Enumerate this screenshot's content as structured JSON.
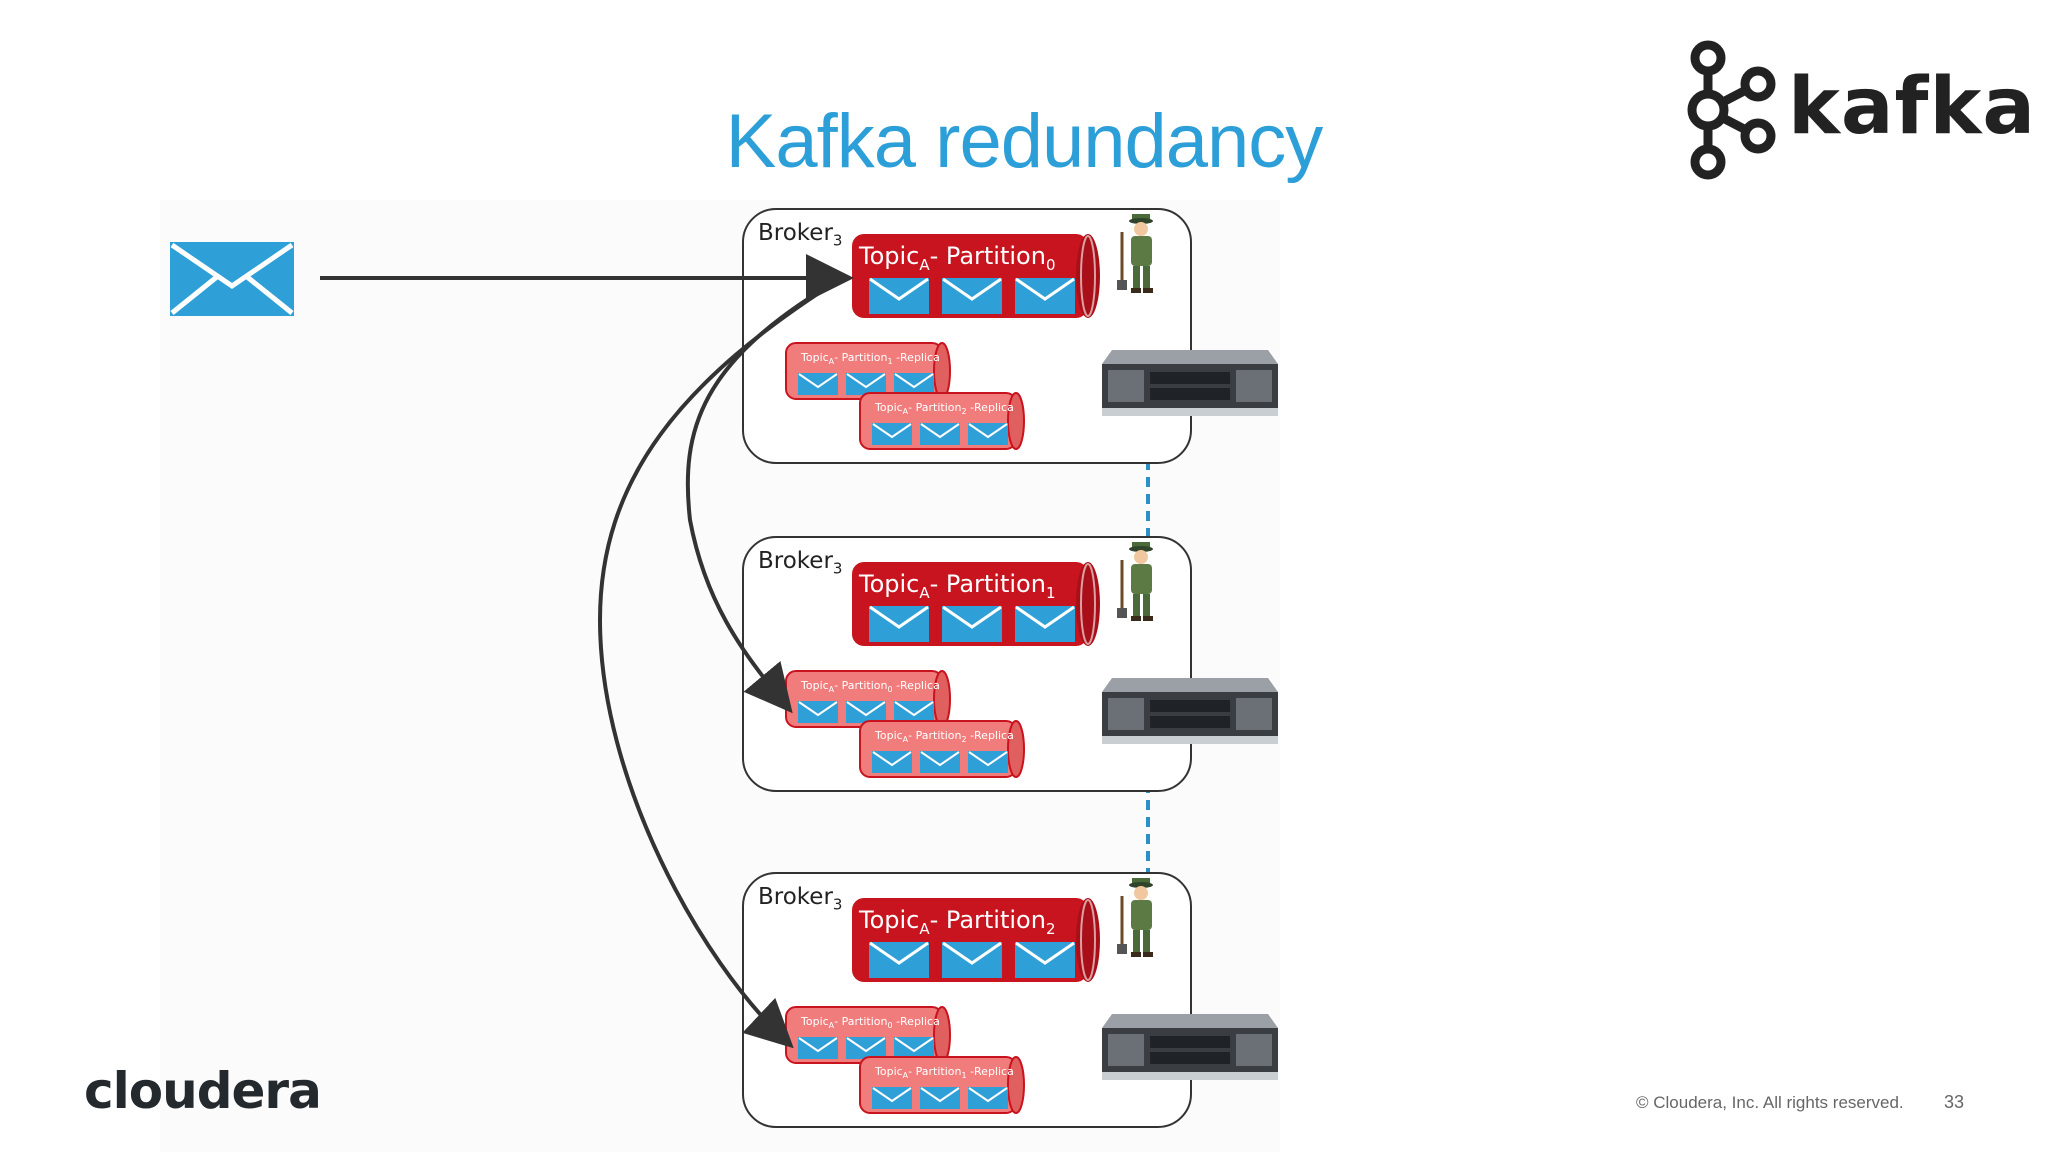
{
  "slide": {
    "title": "Kafka redundancy",
    "logo_text": "kafka",
    "footer_brand": "cloudera",
    "copyright": "© Cloudera, Inc. All rights reserved.",
    "page_number": "33"
  },
  "brokers": [
    {
      "label": "Broker",
      "label_sub": "3",
      "partition": {
        "prefix": "Topic",
        "topic_sub": "A",
        "middle": "- Partition",
        "partition_sub": "0"
      },
      "replicas": [
        {
          "prefix": "Topic",
          "topic_sub": "A",
          "middle": "- Partition",
          "partition_sub": "1",
          "suffix": "-Replica"
        },
        {
          "prefix": "Topic",
          "topic_sub": "A",
          "middle": "- Partition",
          "partition_sub": "2",
          "suffix": "-Replica"
        }
      ]
    },
    {
      "label": "Broker",
      "label_sub": "3",
      "partition": {
        "prefix": "Topic",
        "topic_sub": "A",
        "middle": "- Partition",
        "partition_sub": "1"
      },
      "replicas": [
        {
          "prefix": "Topic",
          "topic_sub": "A",
          "middle": "- Partition",
          "partition_sub": "0",
          "suffix": "-Replica"
        },
        {
          "prefix": "Topic",
          "topic_sub": "A",
          "middle": "- Partition",
          "partition_sub": "2",
          "suffix": "-Replica"
        }
      ]
    },
    {
      "label": "Broker",
      "label_sub": "3",
      "partition": {
        "prefix": "Topic",
        "topic_sub": "A",
        "middle": "- Partition",
        "partition_sub": "2"
      },
      "replicas": [
        {
          "prefix": "Topic",
          "topic_sub": "A",
          "middle": "- Partition",
          "partition_sub": "0",
          "suffix": "-Replica"
        },
        {
          "prefix": "Topic",
          "topic_sub": "A",
          "middle": "- Partition",
          "partition_sub": "1",
          "suffix": "-Replica"
        }
      ]
    }
  ],
  "colors": {
    "title": "#2d9fd8",
    "partition_fill": "#c8141e",
    "replica_fill": "#f07c7c",
    "envelope": "#2f9fd8",
    "link_dash": "#2d8fc8"
  },
  "icons": {
    "message": "envelope-icon",
    "keeper": "zookeeper-keeper-icon",
    "server": "rack-server-icon"
  }
}
